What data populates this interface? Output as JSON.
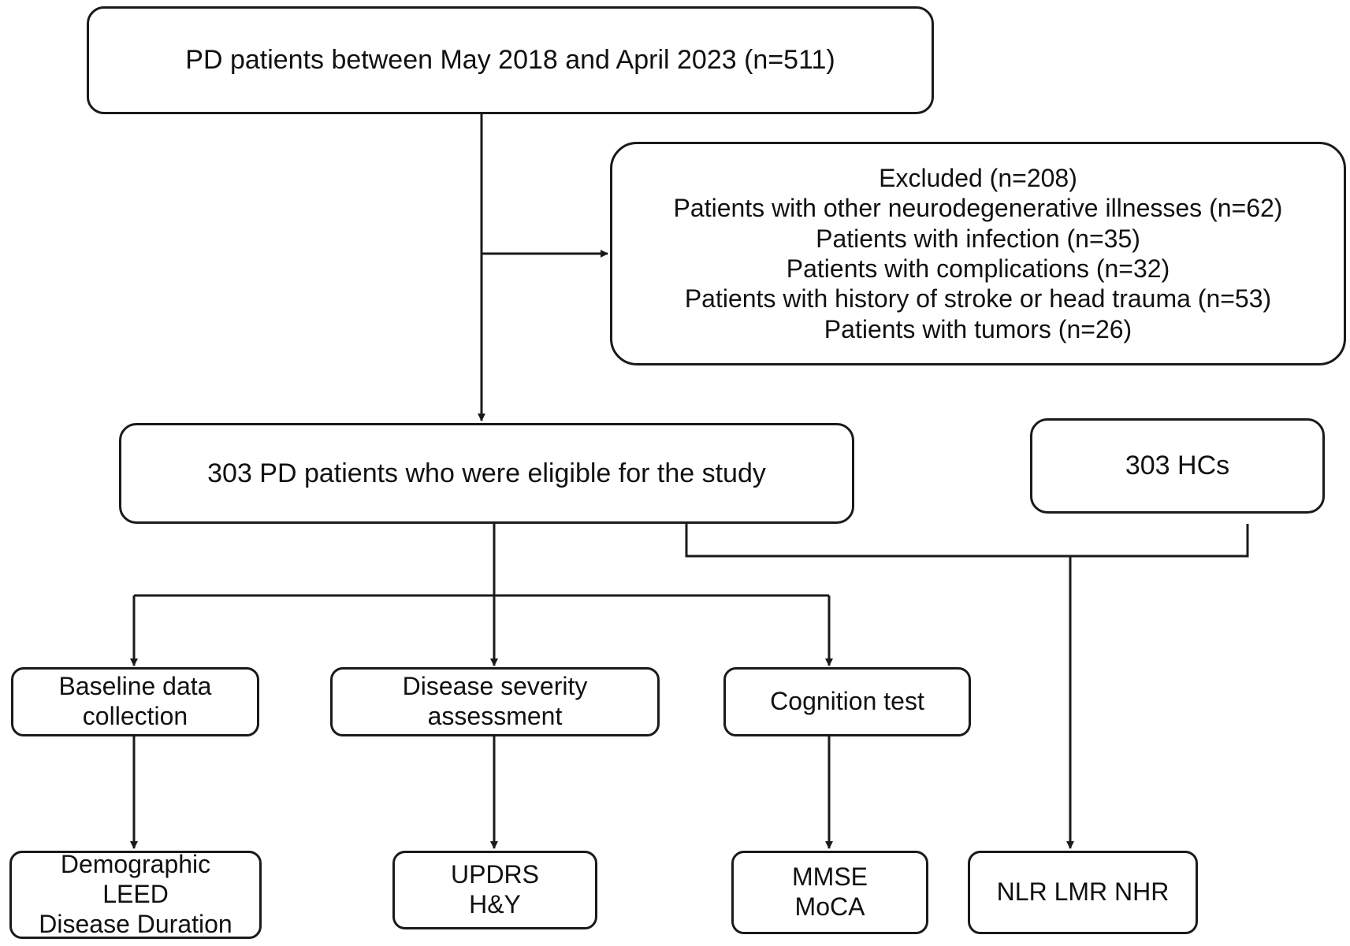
{
  "boxes": {
    "initial": "PD patients between May 2018 and April 2023 (n=511)",
    "excluded": [
      "Excluded (n=208)",
      "Patients with other neurodegenerative illnesses (n=62)",
      "Patients with infection (n=35)",
      "Patients with complications (n=32)",
      "Patients with history of stroke or head trauma (n=53)",
      "Patients with tumors (n=26)"
    ],
    "eligible": "303 PD patients who were eligible for the study",
    "healthy_controls": "303 HCs",
    "baseline": [
      "Baseline data",
      "collection"
    ],
    "severity": [
      "Disease severity",
      "assessment"
    ],
    "cognition": "Cognition test",
    "baseline_measures": [
      "Demographic",
      "LEED",
      "Disease Duration"
    ],
    "severity_measures": [
      "UPDRS",
      "H&Y"
    ],
    "cognition_measures": [
      "MMSE",
      "MoCA"
    ],
    "inflammation_measures": "NLR LMR NHR"
  },
  "colors": {
    "line": "#1a1a1a",
    "text": "#111111",
    "background": "#ffffff"
  }
}
